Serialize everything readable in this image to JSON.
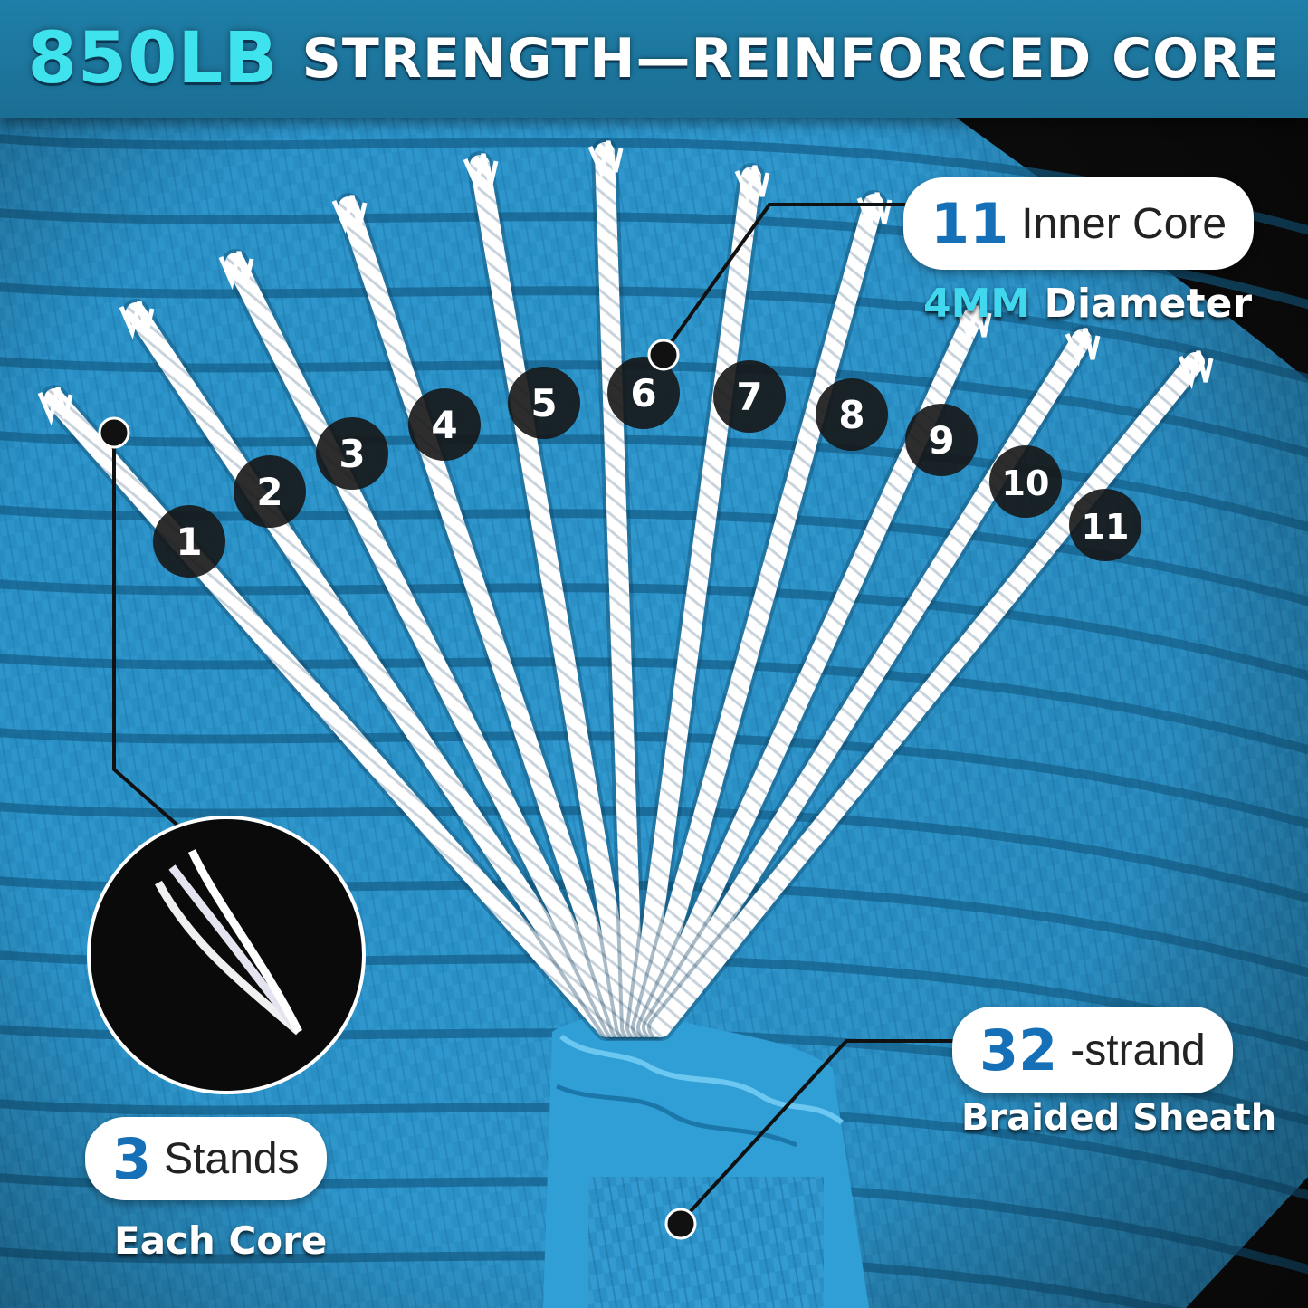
{
  "title": {
    "accent": "850LB",
    "rest": "STRENGTH—REINFORCED CORE"
  },
  "core_labels": [
    "1",
    "2",
    "3",
    "4",
    "5",
    "6",
    "7",
    "8",
    "9",
    "10",
    "11"
  ],
  "callouts": {
    "inner_core": {
      "number": "11",
      "text": "Inner Core",
      "sub_accent": "4MM",
      "sub_rest": "Diameter"
    },
    "sheath": {
      "number": "32",
      "text": "-strand",
      "sub": "Braided Sheath"
    },
    "stands": {
      "number": "3",
      "text": "Stands",
      "sub": "Each Core"
    }
  },
  "colors": {
    "sheath_blue": "#2a8fc4",
    "accent_cyan": "#3fe3ee",
    "number_blue": "#1570b8",
    "badge": "#161616"
  },
  "icons": {
    "inset": "three-strand-core-zoom"
  }
}
